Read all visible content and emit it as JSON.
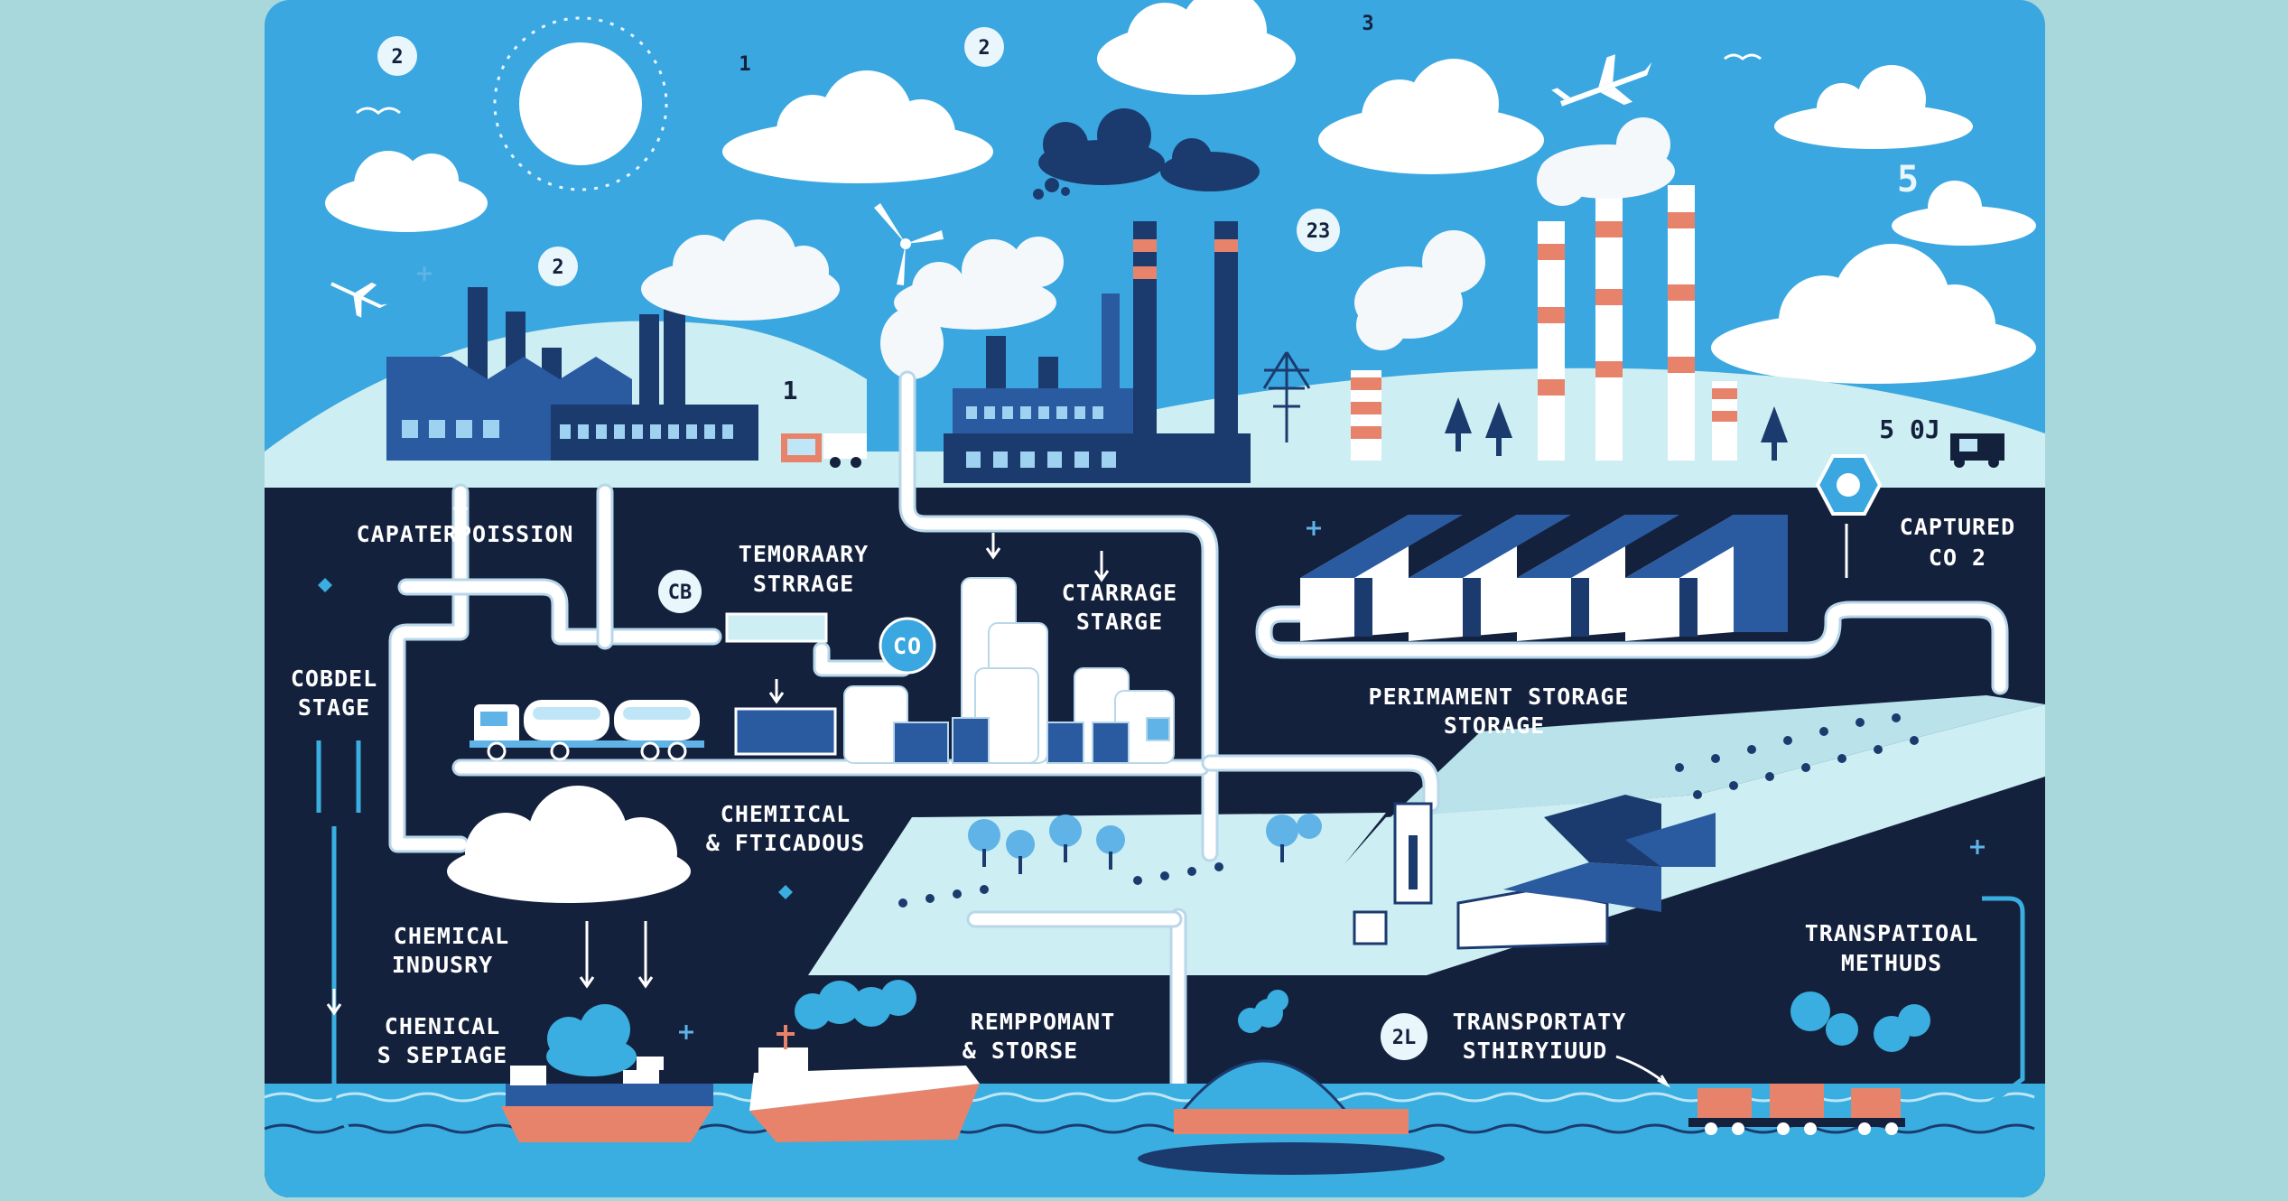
{
  "colors": {
    "outer_background": "#a9d8dc",
    "sky": "#3aa7e0",
    "ground": "#14213d",
    "land": "#cdeef2",
    "pipe": "#ffffff",
    "factory": "#1b3b6f",
    "chimney_stripe": "#e8836b",
    "water": "#3aaee0"
  },
  "badges": {
    "b1": "2",
    "b2": "1",
    "b3": "2",
    "b4": "3",
    "b5": "2",
    "b6": "23",
    "b7": "CB",
    "b8": "2L"
  },
  "sky_numbers": {
    "n1": "1",
    "n2": "5",
    "n3": "5 0J"
  },
  "labels": {
    "capture_position": "CAPATERPOISSION",
    "temporary_storage_line1": "TEMORAARY",
    "temporary_storage_line2": "STRRAGE",
    "ctarrage_line1": "CTARRAGE",
    "ctarrage_line2": "STARGE",
    "co_tank": "CO",
    "captured_line1": "CAPTURED",
    "captured_line2": "CO 2",
    "cobdel_line1": "COBDEL",
    "cobdel_line2": "STAGE",
    "permanent_line1": "PERIMAMENT STORAGE",
    "permanent_line2": "STORAGE",
    "chemical_ef_line1": "CHEMIICAL",
    "chemical_ef_line2": "& FTICADOUS",
    "chemical_industry_line1": "CHEMICAL",
    "chemical_industry_line2": "INDUSRY",
    "chemical_storage_line1": "CHENICAL",
    "chemical_storage_line2": "S SEPIAGE",
    "remponant_line1": "REMPPOMANT",
    "remponant_line2": "& STORSE",
    "transportaty_line1": "TRANSPORTATY",
    "transportaty_line2": "STHIRYIUUD",
    "transpational_line1": "TRANSPATIOAL",
    "transpational_line2": "METHUDS"
  },
  "icons": [
    "sun-icon",
    "cloud-icon",
    "airplane-icon",
    "bird-icon",
    "wind-turbine-icon",
    "factory-icon",
    "chimney-icon",
    "pine-tree-icon",
    "truck-icon",
    "tanker-truck-icon",
    "storage-tank-icon",
    "warehouse-icon",
    "ship-icon",
    "dome-icon",
    "hexagon-sign-icon"
  ]
}
